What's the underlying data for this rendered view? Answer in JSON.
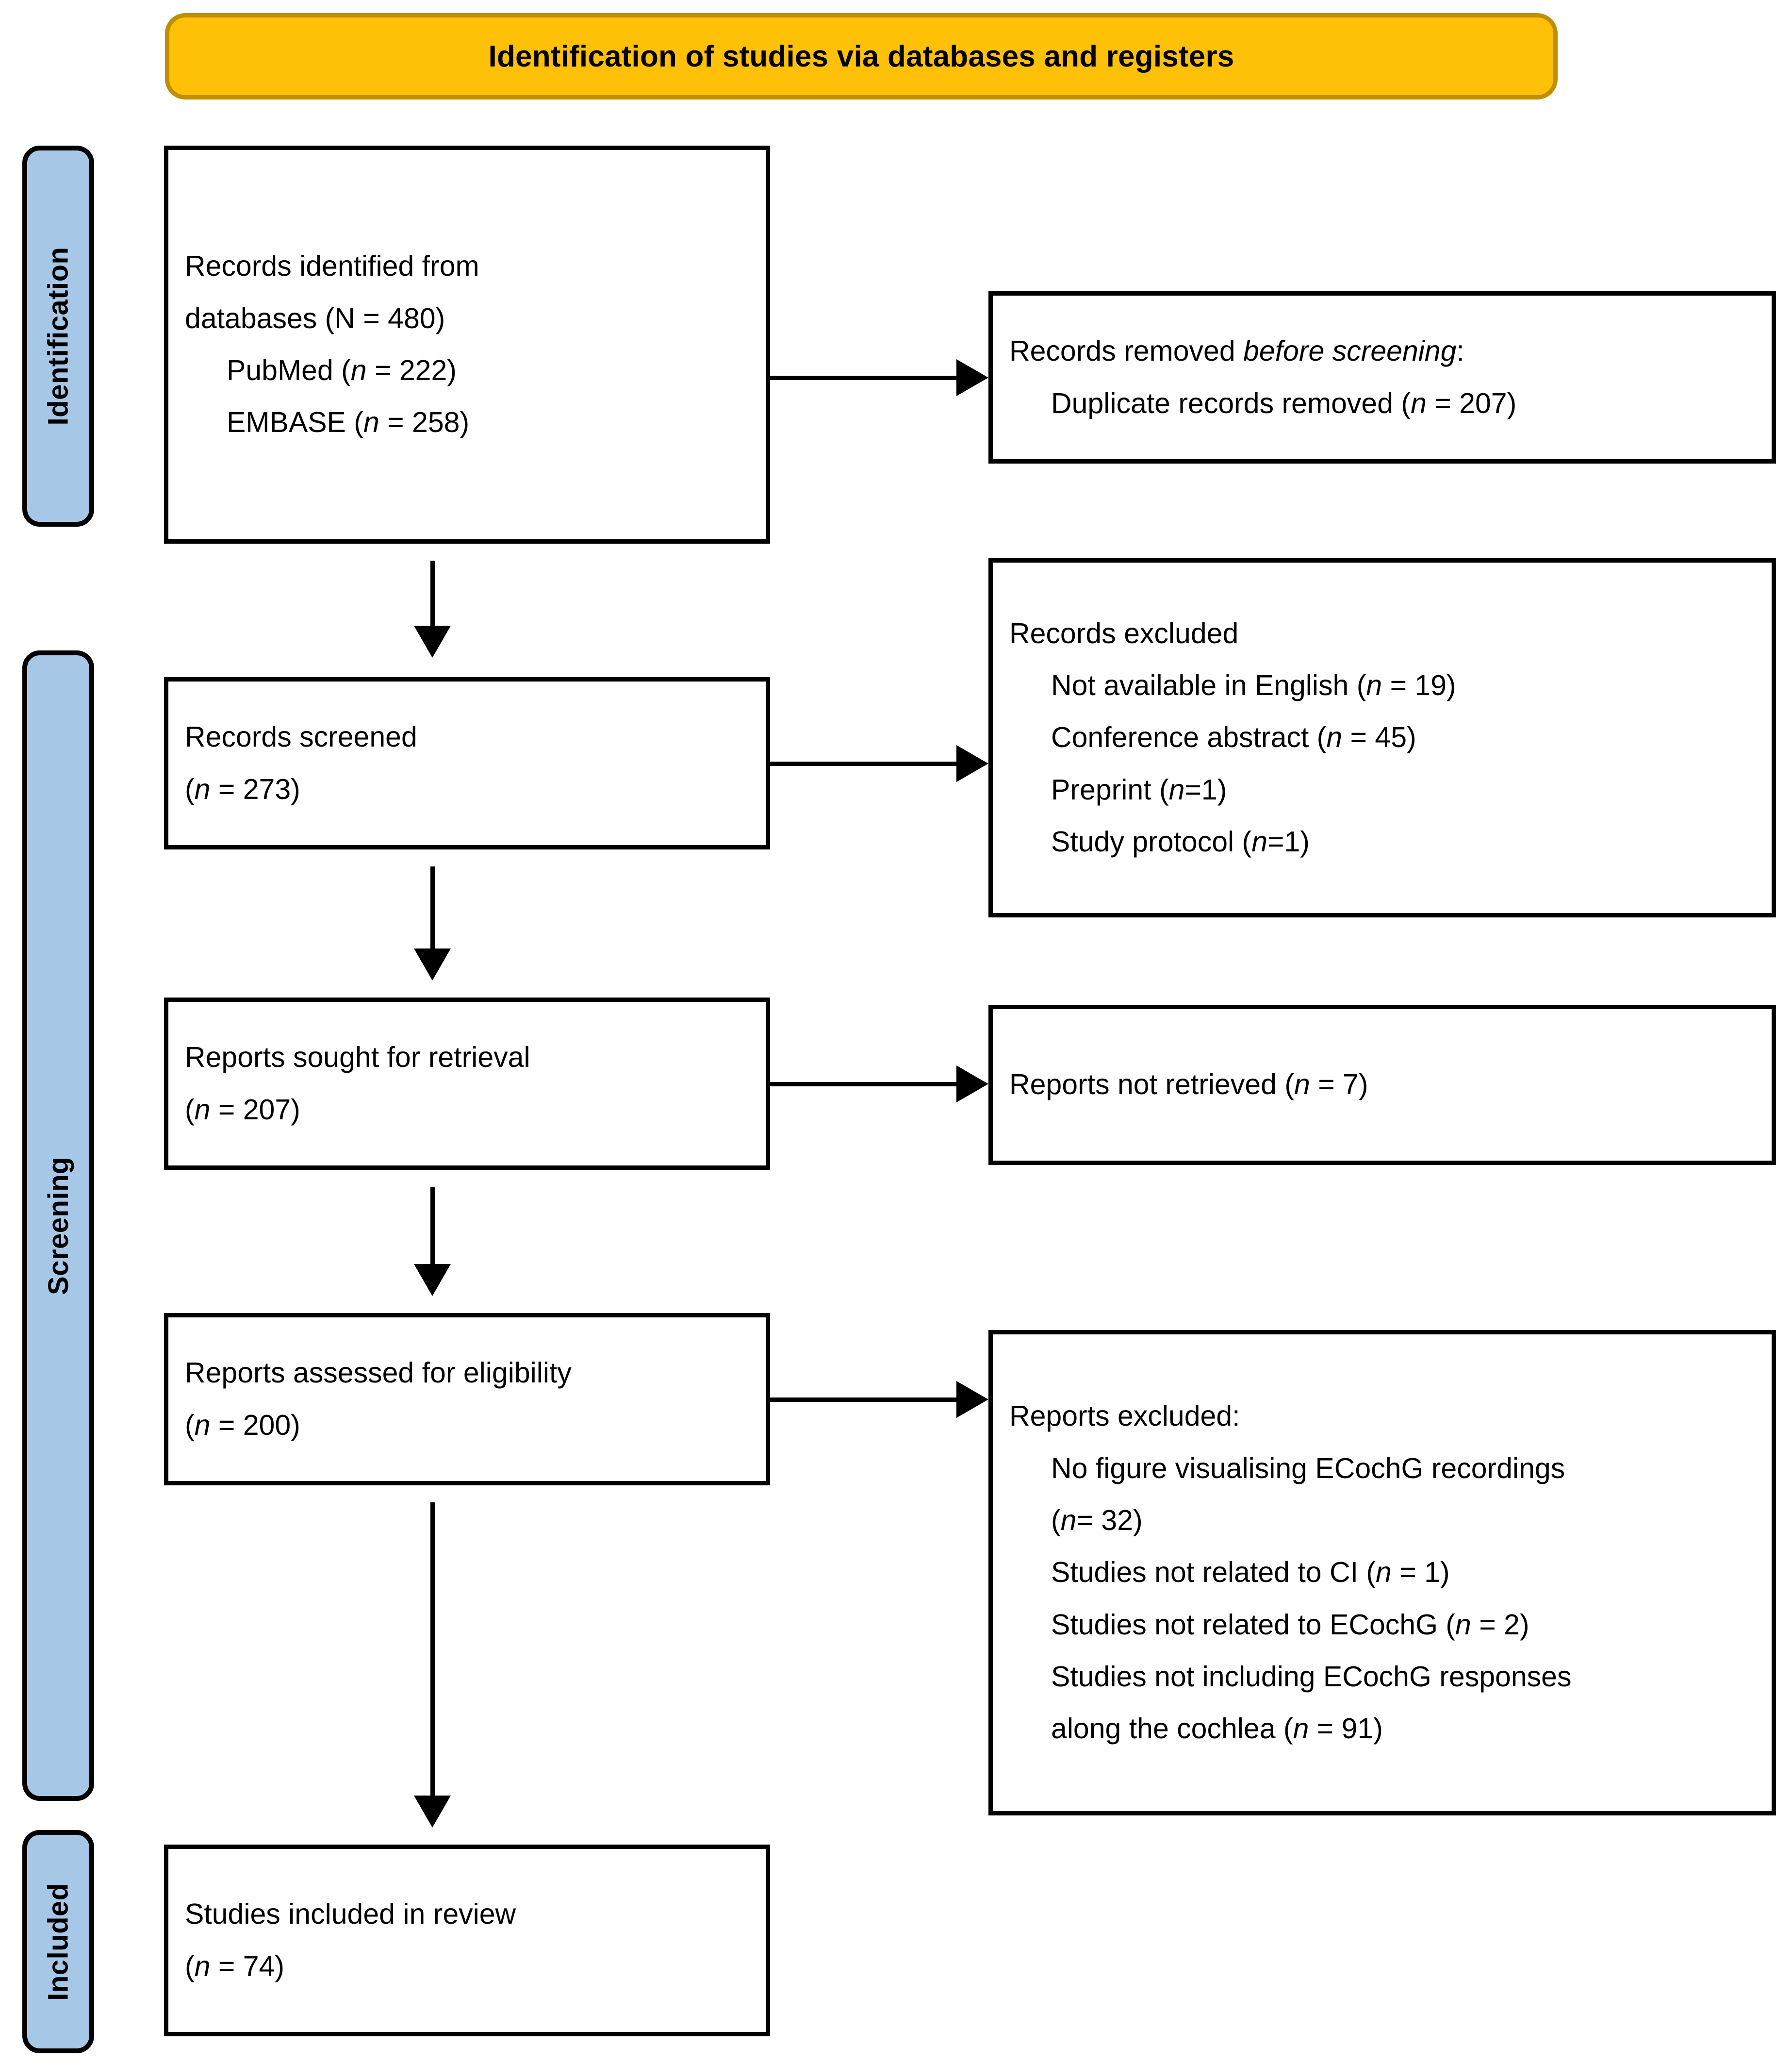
{
  "diagram": {
    "type": "prisma-flow-diagram",
    "banner": {
      "title": "Identification of studies via databases and registers",
      "fill_color": "#FFC107",
      "border_color": "#C08E00"
    },
    "stages": [
      {
        "key": "identification",
        "label": "Identification",
        "fill_color": "#A7C7E7"
      },
      {
        "key": "screening",
        "label": "Screening",
        "fill_color": "#A7C7E7"
      },
      {
        "key": "included",
        "label": "Included",
        "fill_color": "#A7C7E7"
      }
    ],
    "boxes": {
      "records_identified": {
        "lines": [
          {
            "text": "Records identified from",
            "indent": 0
          },
          {
            "text": "databases (N = 480)",
            "indent": 0
          },
          {
            "text": "PubMed (n = 222)",
            "indent": 1,
            "italic_token": "n"
          },
          {
            "text": "EMBASE (n = 258)",
            "indent": 1,
            "italic_token": "n"
          }
        ]
      },
      "records_removed": {
        "lines": [
          {
            "text": "Records removed before screening:",
            "indent": 0,
            "italic_phrase": "before screening"
          },
          {
            "text": "Duplicate records removed (n = 207)",
            "indent": 1,
            "italic_token": "n"
          }
        ]
      },
      "records_screened": {
        "lines": [
          {
            "text": "Records screened",
            "indent": 0
          },
          {
            "text": "(n = 273)",
            "indent": 0,
            "italic_token": "n"
          }
        ]
      },
      "records_excluded": {
        "lines": [
          {
            "text": "Records excluded",
            "indent": 0
          },
          {
            "text": "Not available in English (n = 19)",
            "indent": 1,
            "italic_token": "n"
          },
          {
            "text": "Conference abstract (n = 45)",
            "indent": 1,
            "italic_token": "n"
          },
          {
            "text": "Preprint (n=1)",
            "indent": 1,
            "italic_token": "n"
          },
          {
            "text": "Study protocol (n=1)",
            "indent": 1,
            "italic_token": "n"
          }
        ]
      },
      "reports_sought": {
        "lines": [
          {
            "text": "Reports sought for retrieval",
            "indent": 0
          },
          {
            "text": "(n = 207)",
            "indent": 0,
            "italic_token": "n"
          }
        ]
      },
      "reports_not_retrieved": {
        "lines": [
          {
            "text": "Reports not retrieved (n = 7)",
            "indent": 0,
            "italic_token": "n"
          }
        ]
      },
      "reports_assessed": {
        "lines": [
          {
            "text": "Reports assessed for eligibility",
            "indent": 0
          },
          {
            "text": "(n = 200)",
            "indent": 0,
            "italic_token": "n"
          }
        ]
      },
      "reports_excluded": {
        "lines": [
          {
            "text": "Reports excluded:",
            "indent": 0
          },
          {
            "text": "No figure visualising ECochG recordings",
            "indent": 1
          },
          {
            "text": "(n= 32)",
            "indent": 1,
            "italic_token": "n"
          },
          {
            "text": "Studies not related to CI (n = 1)",
            "indent": 1,
            "italic_token": "n"
          },
          {
            "text": "Studies not related to ECochG (n = 2)",
            "indent": 1,
            "italic_token": "n"
          },
          {
            "text": "Studies not including ECochG responses",
            "indent": 1
          },
          {
            "text": "along the cochlea (n = 91)",
            "indent": 1,
            "italic_token": "n"
          }
        ]
      },
      "studies_included": {
        "lines": [
          {
            "text": "Studies included in review",
            "indent": 0
          },
          {
            "text": "(n = 74)",
            "indent": 0,
            "italic_token": "n"
          }
        ]
      }
    },
    "counts": {
      "databases_total": 480,
      "pubmed": 222,
      "embase": 258,
      "duplicates_removed": 207,
      "records_screened": 273,
      "excluded_not_english": 19,
      "excluded_conference_abstract": 45,
      "excluded_preprint": 1,
      "excluded_study_protocol": 1,
      "reports_sought": 207,
      "reports_not_retrieved": 7,
      "reports_assessed": 200,
      "excluded_no_figure": 32,
      "excluded_not_ci": 1,
      "excluded_not_ecochg": 2,
      "excluded_no_cochlea_responses": 91,
      "studies_included": 74
    }
  }
}
